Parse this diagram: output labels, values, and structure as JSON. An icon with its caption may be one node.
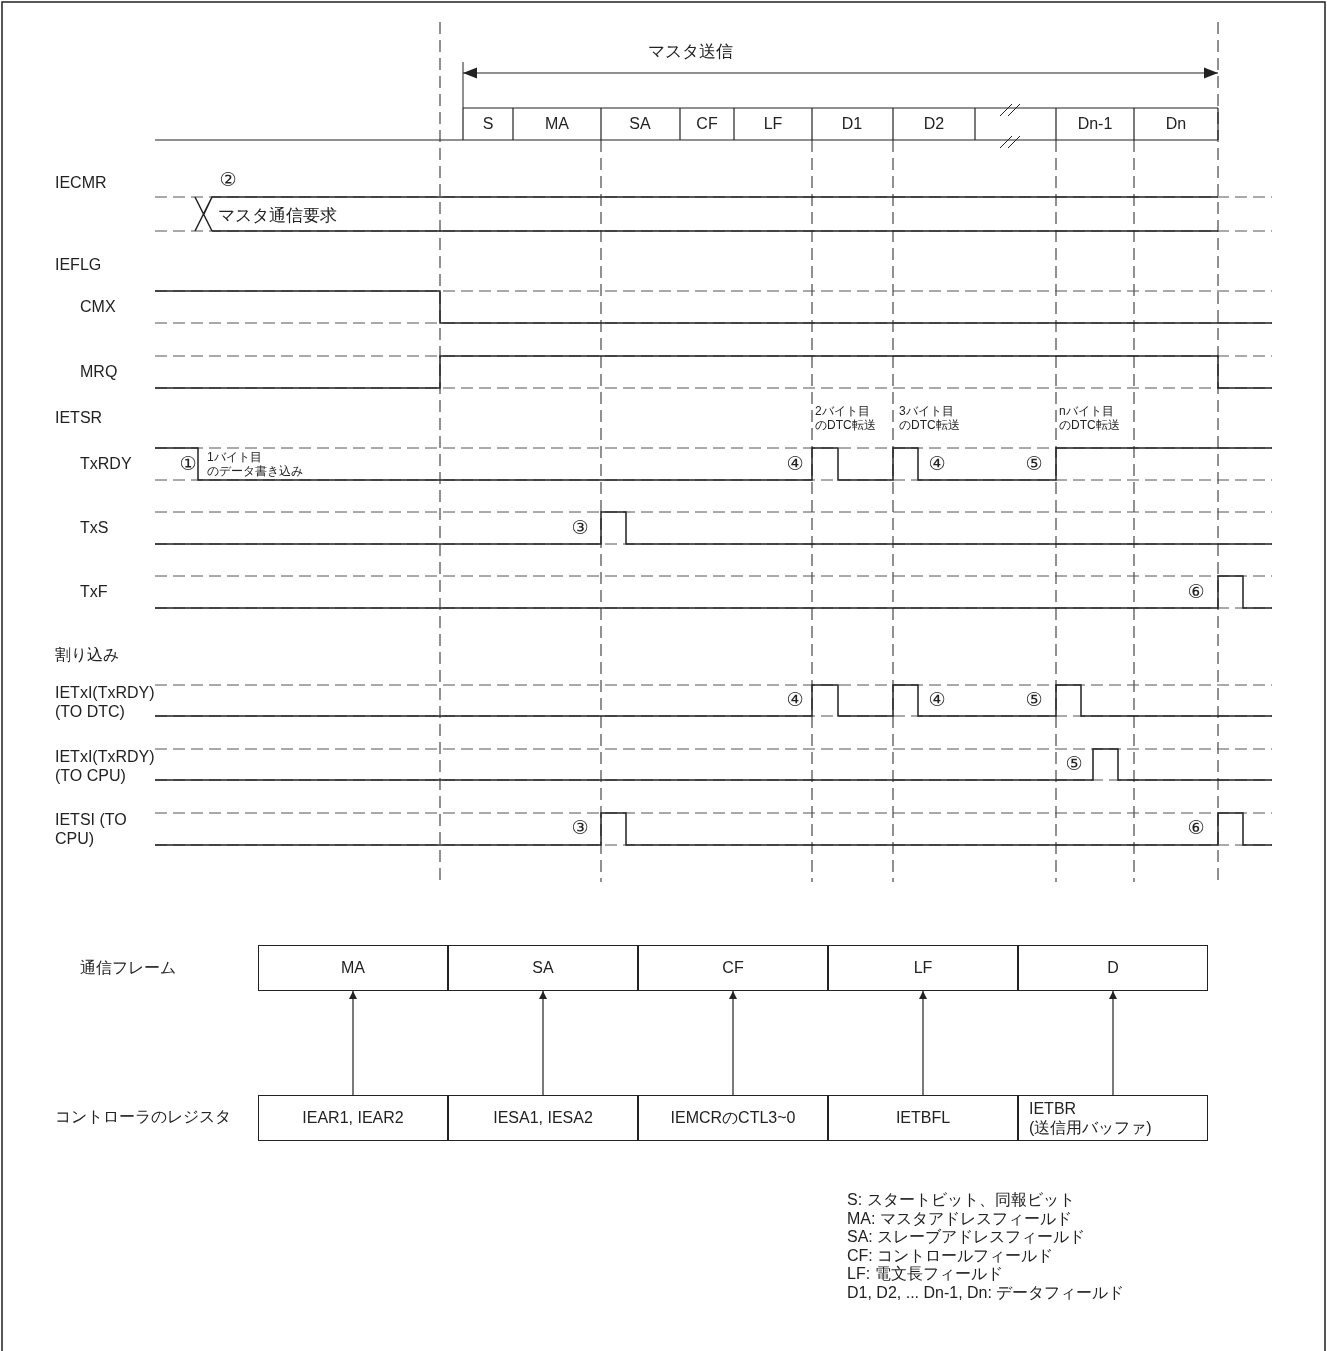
{
  "diagram": {
    "nodes": [
      {
        "text": [
          "MA"
        ]
      },
      {
        "text": [
          "SA"
        ]
      },
      {
        "text": [
          "CF"
        ]
      },
      {
        "text": [
          "LF"
        ]
      },
      {
        "text": [
          "D"
        ]
      },
      {
        "text": [
          "IEAR1, IEAR2"
        ]
      },
      {
        "text": [
          "IESA1, IESA2"
        ]
      },
      {
        "text": [
          "IEMCRのCTL3~0"
        ]
      },
      {
        "text": [
          "IETBFL"
        ]
      },
      {
        "text": [
          "IETBR (送信用バッファ)"
        ]
      }
    ],
    "edges": [
      {
        "from": 5,
        "to": 0,
        "arrow": "to"
      },
      {
        "from": 6,
        "to": 1,
        "arrow": "to"
      },
      {
        "from": 7,
        "to": 2,
        "arrow": "to"
      },
      {
        "from": 8,
        "to": 3,
        "arrow": "to"
      },
      {
        "from": 9,
        "to": 4,
        "arrow": "to"
      }
    ],
    "labels": [
      "マスタ送信",
      "S",
      "MA",
      "SA",
      "CF",
      "LF",
      "D1",
      "D2",
      "Dn-1",
      "Dn",
      "IECMR",
      "②",
      "マスタ通信要求",
      "IEFLG",
      "CMX",
      "MRQ",
      "IETSR",
      "TxRDY",
      "①",
      "1バイト目のデータ書き込み",
      "2バイト目のDTC転送",
      "3バイト目のDTC転送",
      "nバイト目のDTC転送",
      "④",
      "④",
      "⑤",
      "TxS",
      "③",
      "TxF",
      "⑥",
      "割り込み",
      "IETxI(TxRDY) (TO DTC)",
      "④",
      "④",
      "⑤",
      "IETxI(TxRDY) (TO CPU)",
      "⑤",
      "IETSI (TO CPU)",
      "③",
      "⑥",
      "通信フレーム",
      "コントローラのレジスタ",
      "S: スタートビット、同報ビット",
      "MA: マスタアドレスフィールド",
      "SA: スレーブアドレスフィールド",
      "CF: コントロールフィールド",
      "LF: 電文長フィールド",
      "D1, D2, ... Dn-1, Dn: データフィールド"
    ]
  }
}
